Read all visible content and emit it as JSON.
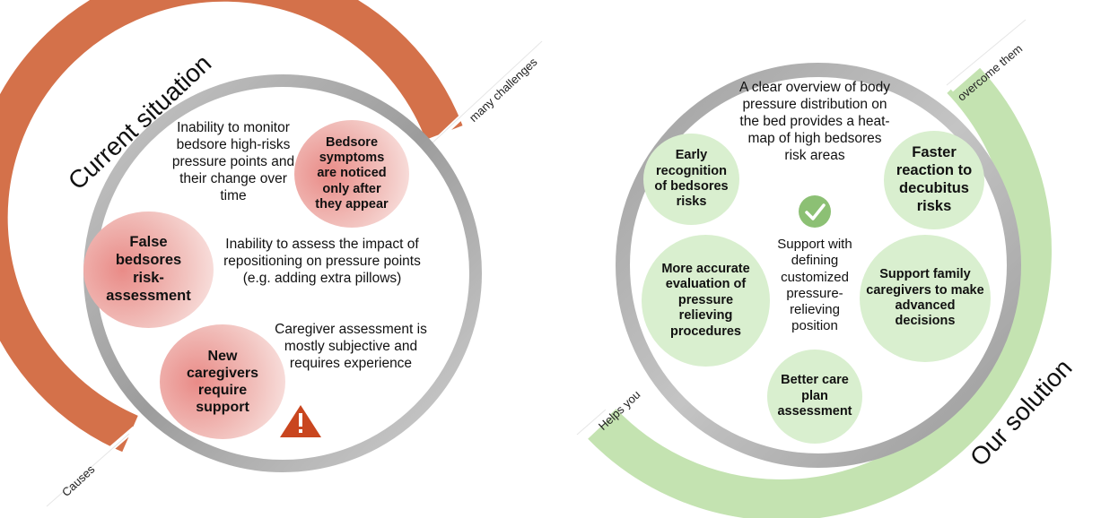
{
  "colors": {
    "problem_band": "#d4714a",
    "solution_band": "#c4e3b1",
    "ring_gray": "#a6a6a6",
    "problem_bubble": "#e98b87",
    "solution_bubble": "#d9efcf",
    "warning": "#c9461f",
    "check": "#8cc074"
  },
  "left": {
    "title": "Current situation",
    "label_top": "many challenges",
    "label_bottom": "Causes",
    "texts": {
      "monitor": "Inability to monitor bedsore high-risks pressure points and their change over time",
      "assess": "Inability to assess the impact of repositioning on pressure points (e.g. adding extra pillows)",
      "caregiver": "Caregiver assessment is mostly subjective and requires experience"
    },
    "bubbles": {
      "symptoms": "Bedsore symptoms are noticed only after they appear",
      "false": "False bedsores risk-assessment",
      "new": "New caregivers require support"
    },
    "icon": "warning-icon"
  },
  "right": {
    "title": "Our solution",
    "label_top": "overcome them",
    "label_bottom": "Helps you",
    "texts": {
      "overview": "A clear overview of body pressure distribution on the bed provides a heat-map of high bedsores risk areas",
      "support": "Support with defining customized pressure-relieving position"
    },
    "bubbles": {
      "early": "Early recognition of bedsores risks",
      "faster": "Faster reaction to decubitus risks",
      "accurate": "More accurate evaluation of pressure relieving procedures",
      "family": "Support family caregivers to make advanced decisions",
      "better": "Better care plan assessment"
    },
    "icon": "check-icon"
  }
}
